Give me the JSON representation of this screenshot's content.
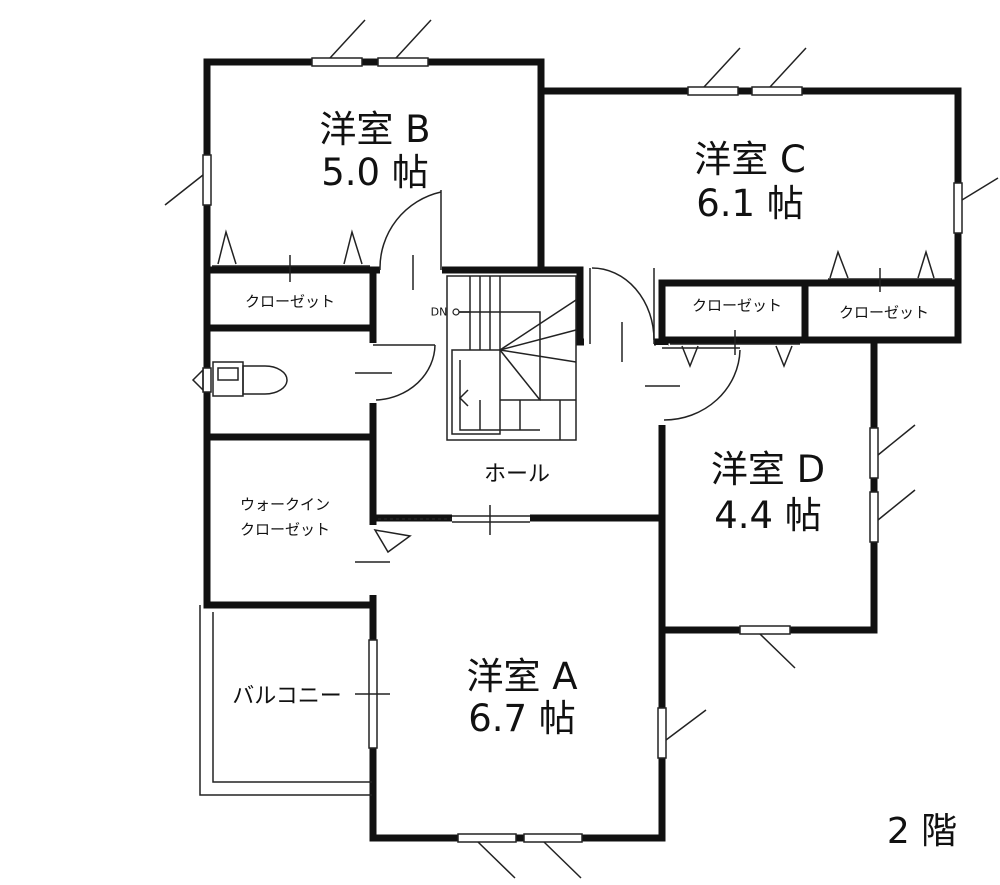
{
  "floor_label": "2 階",
  "rooms": {
    "b": {
      "name": "洋室 B",
      "area": "5.0 帖"
    },
    "c": {
      "name": "洋室 C",
      "area": "6.1 帖"
    },
    "d": {
      "name": "洋室 D",
      "area": "4.4 帖"
    },
    "a": {
      "name": "洋室 A",
      "area": "6.7 帖"
    }
  },
  "closets": {
    "b": "クローゼット",
    "center": "クローゼット",
    "c": "クローゼット",
    "walkin_line1": "ウォークイン",
    "walkin_line2": "クローゼット"
  },
  "hall": "ホール",
  "balcony": "バルコニー",
  "stairs_mark": "DN",
  "icons": {
    "windows": "sliding-window-icon",
    "doors": "swing-door-icon",
    "toilet": "toilet-icon",
    "stairs": "stairs-icon"
  }
}
